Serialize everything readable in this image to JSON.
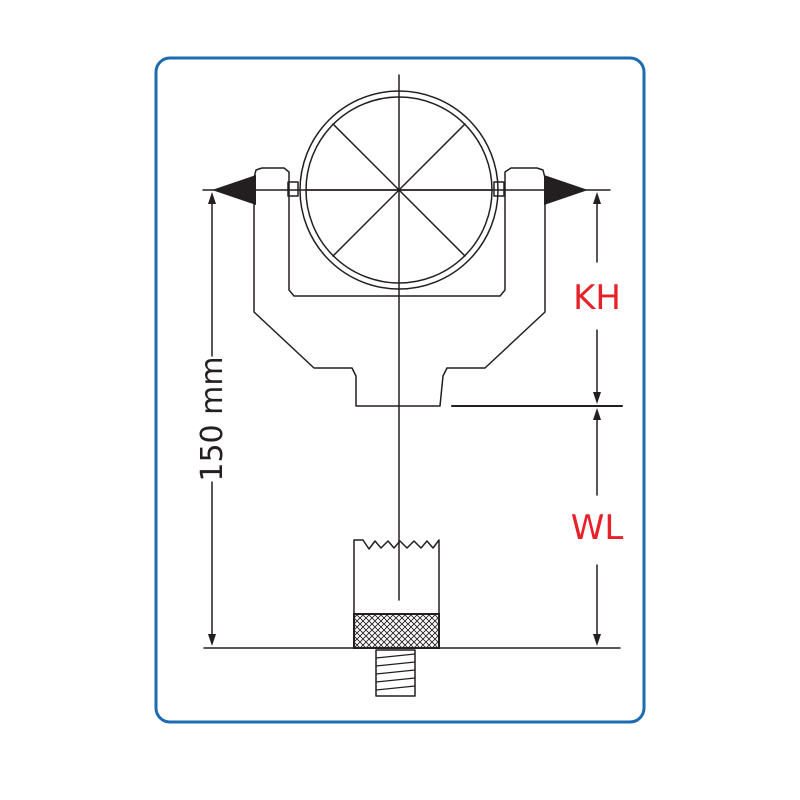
{
  "labels": {
    "kh": "KH",
    "wl": "WL",
    "height": "150 mm"
  },
  "colors": {
    "frame_border": "#1e6bb0",
    "line": "#231f20",
    "label_accent": "#e8202a",
    "label_dark": "#231f20"
  }
}
